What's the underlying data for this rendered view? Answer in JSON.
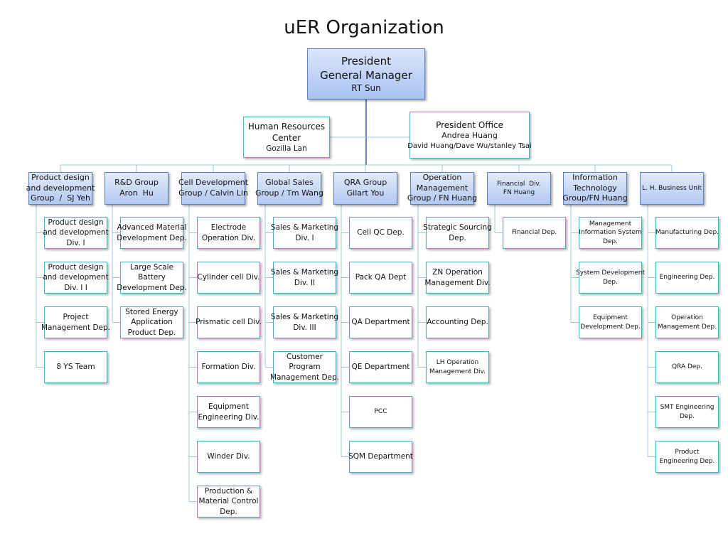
{
  "title": "uER   Organization",
  "top": {
    "lines": [
      "President",
      "General Manager",
      "RT Sun"
    ]
  },
  "hr": {
    "lines": [
      "Human Resources",
      "Center",
      "Gozilla Lan"
    ]
  },
  "office": {
    "lines": [
      "President Office",
      "Andrea Huang",
      "David Huang/Dave Wu/stanley Tsai"
    ]
  },
  "groups": [
    {
      "lines": [
        "Product design",
        "and development",
        "Group  /  SJ Yeh"
      ],
      "units": [
        {
          "lines": [
            "Product design",
            "and development",
            "Div. I"
          ]
        },
        {
          "lines": [
            "Product design",
            "and development",
            "Div. I I"
          ]
        },
        {
          "lines": [
            "Project",
            "Management Dep."
          ]
        },
        {
          "lines": [
            "8 YS Team"
          ]
        }
      ]
    },
    {
      "lines": [
        "R&D Group",
        "Aron  Hu"
      ],
      "units": [
        {
          "lines": [
            "Advanced Material",
            "Development Dep."
          ]
        },
        {
          "lines": [
            "Large Scale",
            "Battery",
            "Development Dep."
          ]
        },
        {
          "lines": [
            "Stored Energy",
            "Application",
            "Product Dep."
          ]
        }
      ]
    },
    {
      "lines": [
        "Cell Development",
        "Group / Calvin Lin"
      ],
      "units": [
        {
          "lines": [
            "Electrode",
            "Operation Div."
          ]
        },
        {
          "lines": [
            "Cylinder cell Div."
          ]
        },
        {
          "lines": [
            "Prismatic cell Div."
          ]
        },
        {
          "lines": [
            "Formation Div."
          ]
        },
        {
          "lines": [
            "Equipment",
            "Engineering Div."
          ]
        },
        {
          "lines": [
            "Winder Div."
          ]
        },
        {
          "lines": [
            "Production &",
            "Material Control",
            "Dep."
          ]
        }
      ]
    },
    {
      "lines": [
        "Global Sales",
        "Group / Tm Wang"
      ],
      "units": [
        {
          "lines": [
            "Sales & Marketing",
            "Div. I"
          ]
        },
        {
          "lines": [
            "Sales & Marketing",
            "Div. II"
          ]
        },
        {
          "lines": [
            "Sales & Marketing",
            "Div. III"
          ]
        },
        {
          "lines": [
            "Customer",
            "Program",
            "Management Dep."
          ]
        }
      ]
    },
    {
      "lines": [
        "QRA Group",
        "Gilart You"
      ],
      "units": [
        {
          "lines": [
            "Cell QC Dep."
          ]
        },
        {
          "lines": [
            "Pack QA Dept"
          ]
        },
        {
          "lines": [
            "QA Department"
          ]
        },
        {
          "lines": [
            "QE Department"
          ]
        },
        {
          "lines": [
            "PCC"
          ]
        },
        {
          "lines": [
            "SQM Department"
          ]
        }
      ]
    },
    {
      "lines": [
        "Operation",
        "Management",
        "Group / FN Huang"
      ],
      "units": [
        {
          "lines": [
            "Strategic Sourcing",
            "Dep."
          ]
        },
        {
          "lines": [
            "ZN Operation",
            "Management Div."
          ]
        },
        {
          "lines": [
            "Accounting Dep."
          ]
        },
        {
          "lines": [
            "LH Operation",
            "Management Div."
          ]
        }
      ]
    },
    {
      "lines": [
        "Financial  Div.",
        "FN Huang"
      ],
      "units": [
        {
          "lines": [
            "Financial Dep."
          ]
        }
      ]
    },
    {
      "lines": [
        "Information",
        "Technology",
        "Group/FN Huang"
      ],
      "units": [
        {
          "lines": [
            "Management",
            "Information System",
            "Dep."
          ]
        },
        {
          "lines": [
            "System Development",
            "Dep."
          ]
        },
        {
          "lines": [
            "Equipment",
            "Development Dep."
          ]
        }
      ]
    },
    {
      "lines": [
        "L. H. Business Unit"
      ],
      "units": [
        {
          "lines": [
            "Manufacturing Dep."
          ]
        },
        {
          "lines": [
            "Engineering Dep."
          ]
        },
        {
          "lines": [
            "Operation",
            "Management Dep."
          ]
        },
        {
          "lines": [
            "QRA Dep."
          ]
        },
        {
          "lines": [
            "SMT Engineering",
            "Dep."
          ]
        },
        {
          "lines": [
            "Product",
            "Engineering Dep."
          ]
        }
      ]
    }
  ]
}
